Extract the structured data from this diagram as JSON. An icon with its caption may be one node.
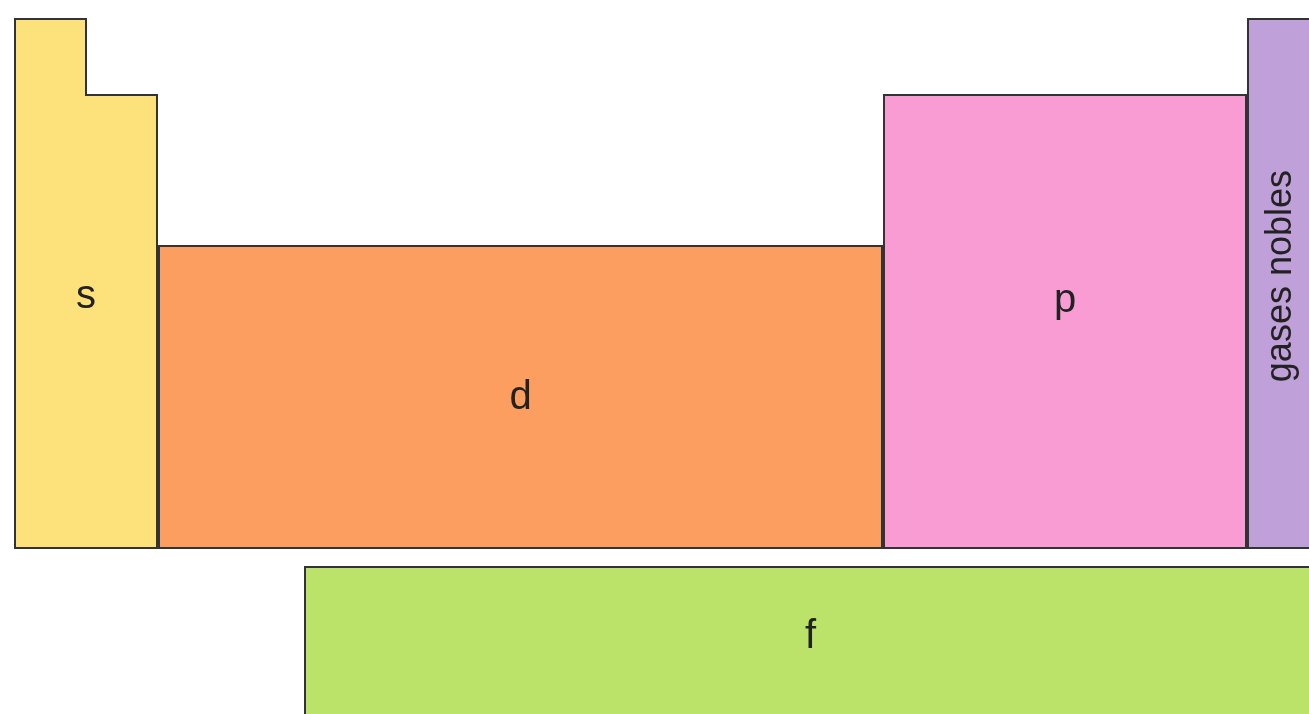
{
  "diagram": {
    "nodes": [
      {
        "text": [
          "s"
        ]
      },
      {
        "text": [
          "d"
        ]
      },
      {
        "text": [
          "p"
        ]
      },
      {
        "text": [
          "gases nobles"
        ]
      },
      {
        "text": [
          "f"
        ]
      }
    ]
  }
}
